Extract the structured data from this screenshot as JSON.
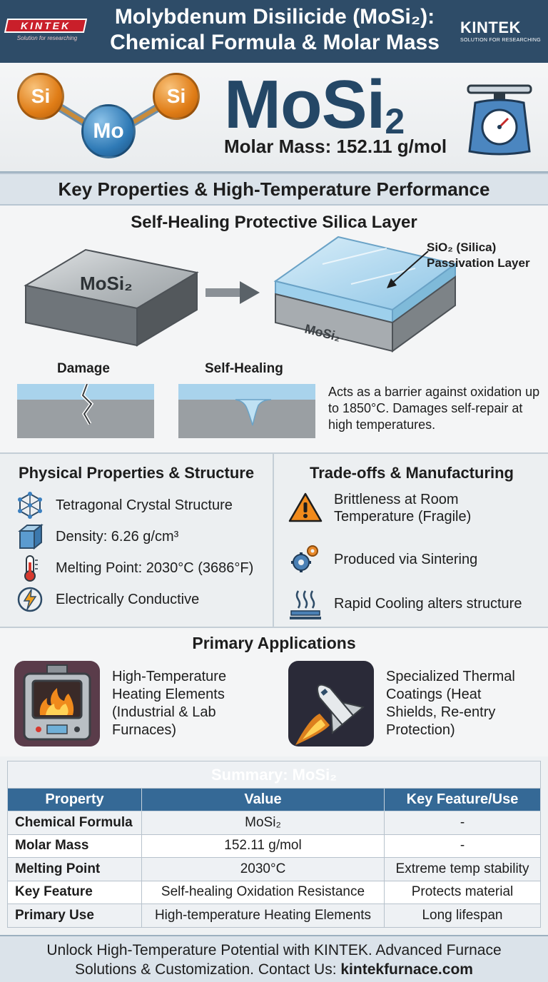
{
  "header": {
    "logo_left_text": "KINTEK",
    "logo_left_tagline": "Solution for researching",
    "title_line1": "Molybdenum Disilicide (MoSi₂):",
    "title_line2": "Chemical Formula & Molar Mass",
    "logo_right_name": "KINTEK",
    "logo_right_tagline": "SOLUTION FOR RESEARCHING"
  },
  "formula": {
    "atom_si_1": "Si",
    "atom_si_2": "Si",
    "atom_mo": "Mo",
    "big_main": "MoSi",
    "big_sub": "2",
    "molar_mass": "Molar Mass: 152.11 g/mol"
  },
  "section_title": "Key Properties & High-Temperature Performance",
  "healing": {
    "title": "Self-Healing Protective Silica Layer",
    "block_label": "MoSi₂",
    "coated_block_label": "MoSi₂",
    "sio2_line1": "SiO₂ (Silica)",
    "sio2_line2": "Passivation Layer",
    "damage_label": "Damage",
    "self_healing_label": "Self-Healing",
    "description": "Acts as a barrier against oxidation up to 1850°C. Damages self-repair at high temperatures."
  },
  "physical": {
    "title": "Physical Properties & Structure",
    "items": [
      {
        "icon": "crystal-lattice-icon",
        "text": "Tetragonal Crystal Structure"
      },
      {
        "icon": "cube-icon",
        "text": "Density: 6.26 g/cm³"
      },
      {
        "icon": "thermometer-icon",
        "text": "Melting Point: 2030°C (3686°F)"
      },
      {
        "icon": "lightning-icon",
        "text": "Electrically Conductive"
      }
    ]
  },
  "tradeoffs": {
    "title": "Trade-offs & Manufacturing",
    "items": [
      {
        "icon": "warning-icon",
        "text": "Brittleness at Room Temperature (Fragile)"
      },
      {
        "icon": "gears-icon",
        "text": "Produced via Sintering"
      },
      {
        "icon": "heat-icon",
        "text": "Rapid Cooling alters structure"
      }
    ]
  },
  "applications": {
    "title": "Primary Applications",
    "items": [
      {
        "icon": "furnace-icon",
        "text": "High-Temperature Heating Elements (Industrial & Lab Furnaces)"
      },
      {
        "icon": "space-shuttle-icon",
        "text": "Specialized Thermal Coatings (Heat Shields, Re-entry Protection)"
      }
    ]
  },
  "summary": {
    "title": "Summary: MoSi₂",
    "headers": [
      "Property",
      "Value",
      "Key Feature/Use"
    ],
    "rows": [
      [
        "Chemical Formula",
        "MoSi₂",
        "-"
      ],
      [
        "Molar Mass",
        "152.11 g/mol",
        "-"
      ],
      [
        "Melting Point",
        "2030°C",
        "Extreme temp stability"
      ],
      [
        "Key Feature",
        "Self-healing Oxidation Resistance",
        "Protects material"
      ],
      [
        "Primary Use",
        "High-temperature Heating Elements",
        "Long lifespan"
      ]
    ]
  },
  "footer": {
    "line1": "Unlock High-Temperature Potential with KINTEK. Advanced Furnace",
    "line2_prefix": "Solutions & Customization. Contact Us: ",
    "website": "kintekfurnace.com"
  },
  "colors": {
    "header_bg": "#2e4c68",
    "formula_text": "#244766",
    "si_orange": "#e07d17",
    "mo_blue": "#2f7ab6",
    "table_header": "#356996"
  }
}
